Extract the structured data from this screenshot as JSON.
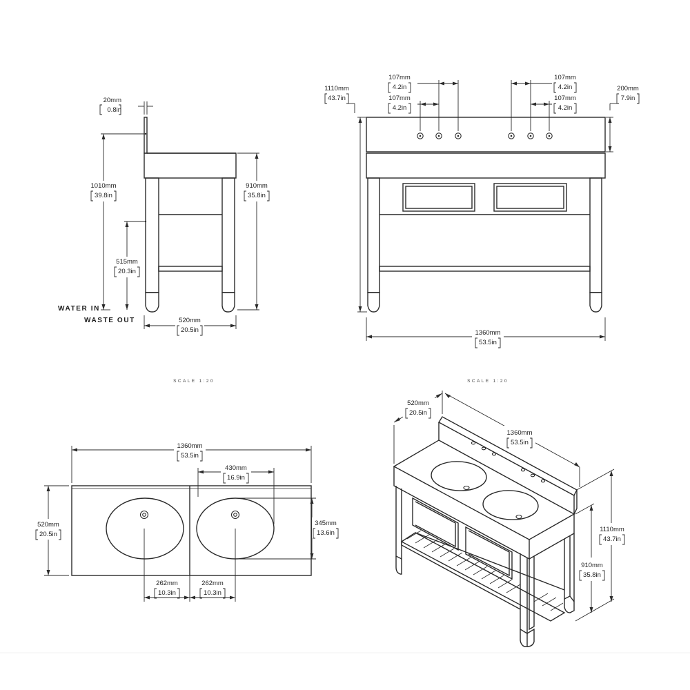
{
  "side_view": {
    "dims": {
      "upstand_thickness": {
        "mm": "20mm",
        "in": "0.8in"
      },
      "tap_height": {
        "mm": "1010mm",
        "in": "39.8in"
      },
      "counter_height": {
        "mm": "910mm",
        "in": "35.8in"
      },
      "waste_height": {
        "mm": "515mm",
        "in": "20.3in"
      },
      "depth": {
        "mm": "520mm",
        "in": "20.5in"
      }
    },
    "labels": {
      "water_in": "WATER IN",
      "waste_out": "WASTE OUT"
    }
  },
  "front_view": {
    "dims": {
      "overall_height": {
        "mm": "1110mm",
        "in": "43.7in"
      },
      "upstand_height": {
        "mm": "200mm",
        "in": "7.9in"
      },
      "tap_spacing_left_outer": {
        "mm": "107mm",
        "in": "4.2in"
      },
      "tap_spacing_left_inner": {
        "mm": "107mm",
        "in": "4.2in"
      },
      "tap_spacing_right_outer": {
        "mm": "107mm",
        "in": "4.2in"
      },
      "tap_spacing_right_inner": {
        "mm": "107mm",
        "in": "4.2in"
      },
      "width": {
        "mm": "1360mm",
        "in": "53.5in"
      }
    }
  },
  "scale_labels": [
    "SCALE 1:20",
    "SCALE 1:20"
  ],
  "plan_view": {
    "dims": {
      "width": {
        "mm": "1360mm",
        "in": "53.5in"
      },
      "basin_width": {
        "mm": "430mm",
        "in": "16.9in"
      },
      "depth": {
        "mm": "520mm",
        "in": "20.5in"
      },
      "basin_depth": {
        "mm": "345mm",
        "in": "13.6in"
      },
      "waste_offset_left": {
        "mm": "262mm",
        "in": "10.3in"
      },
      "waste_offset_right": {
        "mm": "262mm",
        "in": "10.3in"
      }
    }
  },
  "iso_view": {
    "dims": {
      "depth": {
        "mm": "520mm",
        "in": "20.5in"
      },
      "width": {
        "mm": "1360mm",
        "in": "53.5in"
      },
      "overall_height": {
        "mm": "1110mm",
        "in": "43.7in"
      },
      "counter_height": {
        "mm": "910mm",
        "in": "35.8in"
      }
    }
  }
}
